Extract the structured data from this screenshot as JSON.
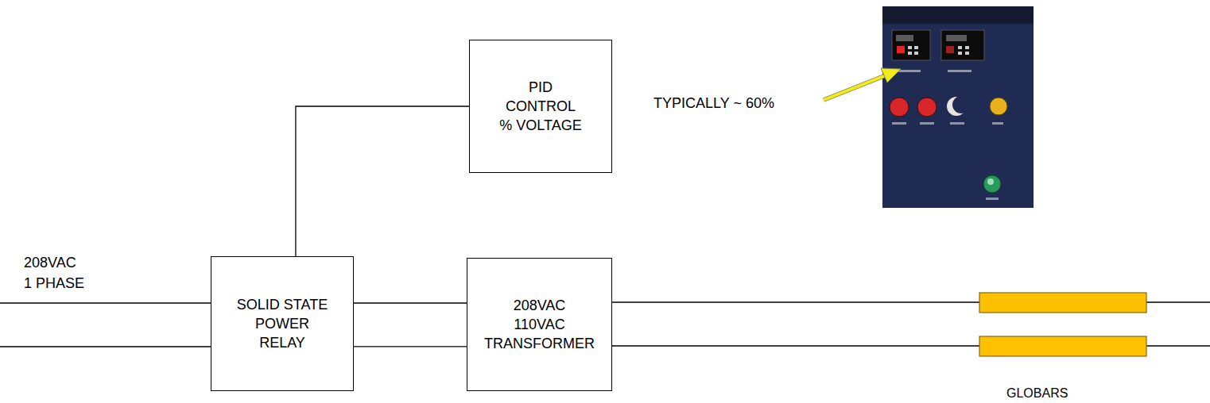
{
  "diagram": {
    "nodes": [
      {
        "text": [
          "PID CONTROL % VOLTAGE"
        ]
      },
      {
        "text": [
          "SOLID STATE POWER RELAY"
        ]
      },
      {
        "text": [
          "208VAC 110VAC TRANSFORMER"
        ]
      }
    ],
    "edges": [
      {
        "from": 1,
        "to": 0,
        "arrow": "none"
      },
      {
        "from": 1,
        "to": 2,
        "arrow": "none"
      },
      {
        "from": 1,
        "to": 2,
        "arrow": "none"
      }
    ],
    "labels": [
      "208VAC 1 PHASE",
      "TYPICALLY ~ 60%",
      "GLOBARS"
    ]
  }
}
